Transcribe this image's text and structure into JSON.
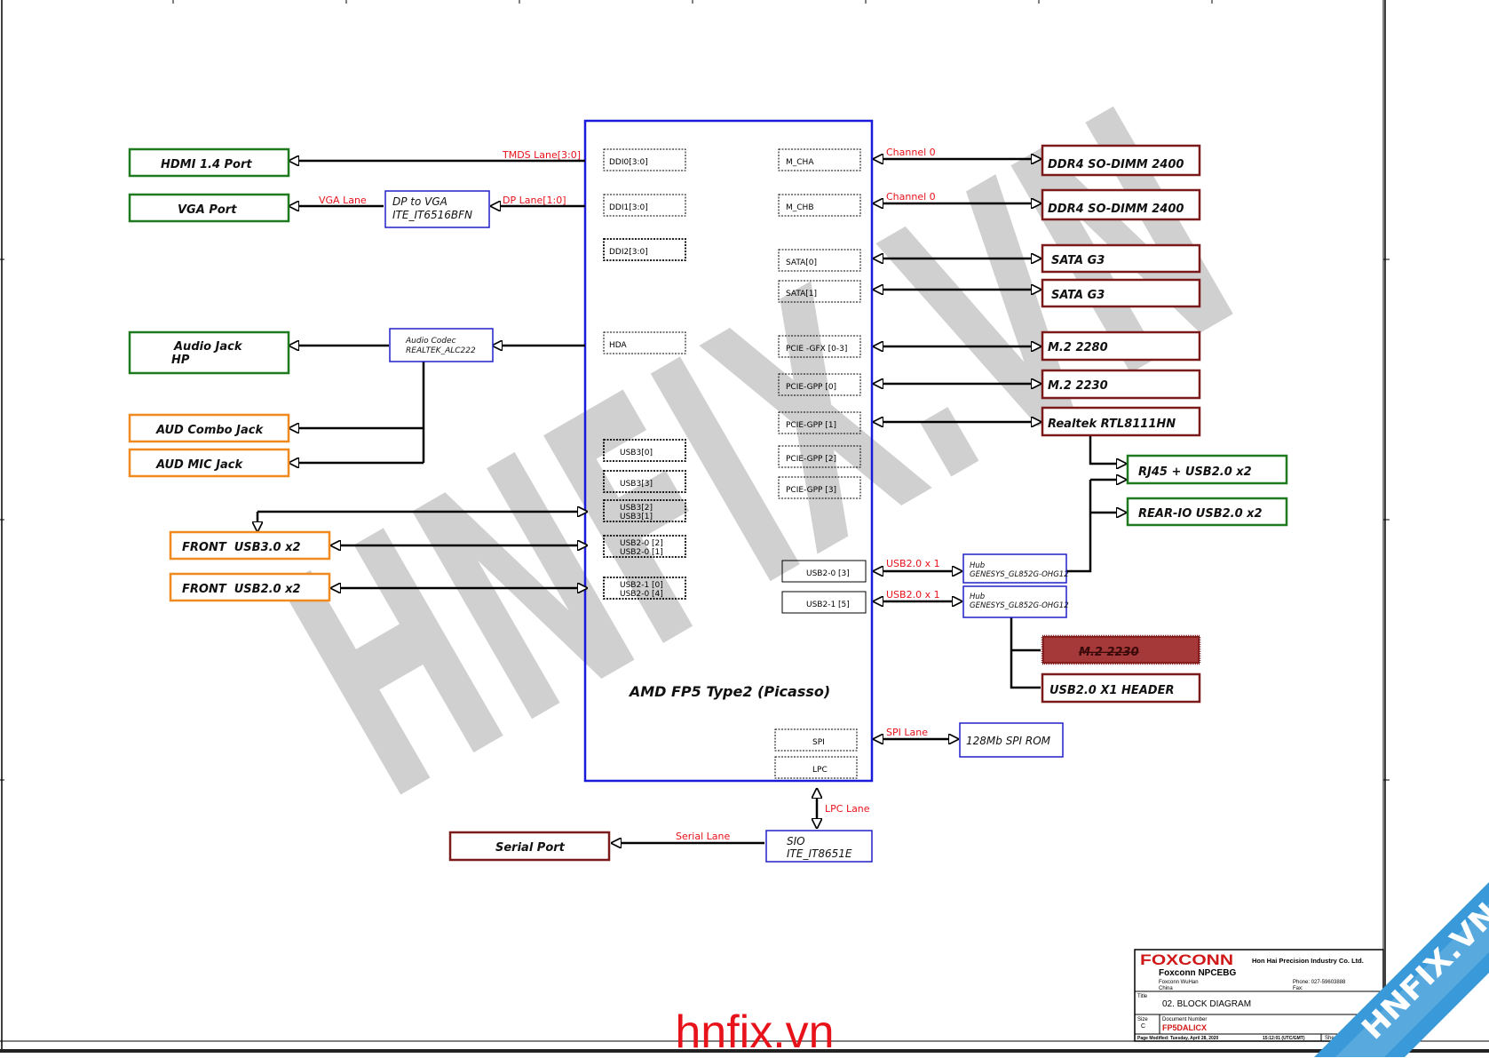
{
  "watermark": "HNFIX.VN",
  "corner_watermark": "HNFIX.VN",
  "footer_site": "hnfix.vn",
  "colors": {
    "cpu": "#1a1adc",
    "bridge": "#2020c8",
    "green": "#1e7a1e",
    "orange": "#f08a1e",
    "maroon": "#7a1a1a",
    "red_label": "#e8121b",
    "watermark": "#c8c8c8"
  },
  "cpu": {
    "title": "AMD FP5 Type2 (Picasso)",
    "left_ports": [
      "DDI0[3:0]",
      "DDI1[3:0]",
      "DDI2[3:0]",
      "HDA",
      "USB3[0]",
      "USB3[3]",
      "USB3[2]\nUSB3[1]",
      "USB2-0 [2]\nUSB2-0 [1]",
      "USB2-1 [0]\nUSB2-0 [4]"
    ],
    "right_ports": [
      "M_CHA",
      "M_CHB",
      "SATA[0]",
      "SATA[1]",
      "PCIE -GFX [0-3]",
      "PCIE-GPP [0]",
      "PCIE-GPP [1]",
      "PCIE-GPP [2]",
      "PCIE-GPP [3]",
      "USB2-0 [3]",
      "USB2-1 [5]",
      "SPI",
      "LPC"
    ]
  },
  "left_devices": {
    "hdmi": "HDMI 1.4 Port",
    "vga": "VGA Port",
    "audio_jack": "Audio Jack\nHP",
    "aud_combo": "AUD Combo Jack",
    "aud_mic": "AUD MIC Jack",
    "front_usb3": "FRONT  USB3.0 x2",
    "front_usb2": "FRONT  USB2.0 x2",
    "serial": "Serial Port"
  },
  "bridges": {
    "dp_to_vga": "DP to VGA\nITE_IT6516BFN",
    "audio_codec": "Audio Codec\nREALTEK_ALC222",
    "hub1": "Hub\nGENESYS_GL852G-OHG12",
    "hub2": "Hub\nGENESYS_GL852G-OHG12",
    "spi_rom": "128Mb SPI ROM",
    "sio": "SIO\nITE_IT8651E"
  },
  "right_devices": {
    "ddr4_a": "DDR4 SO-DIMM 2400",
    "ddr4_b": "DDR4 SO-DIMM 2400",
    "sata_a": "SATA G3",
    "sata_b": "SATA G3",
    "m2_2280": "M.2 2280",
    "m2_2230": "M.2 2230",
    "realtek": "Realtek RTL8111HN",
    "rj45": "RJ45 + USB2.0 x2",
    "rear_io": "REAR-IO USB2.0 x2",
    "m2_2230_b": "M.2 2230",
    "usb_header": "USB2.0 X1 HEADER"
  },
  "lane_labels": {
    "tmds": "TMDS Lane[3:0]",
    "dp": "DP Lane[1:0]",
    "vga": "VGA Lane",
    "ch0_a": "Channel 0",
    "ch0_b": "Channel 0",
    "usb_a": "USB2.0 x 1",
    "usb_b": "USB2.0 x 1",
    "spi": "SPI Lane",
    "lpc": "LPC Lane",
    "serial": "Serial Lane"
  },
  "title_block": {
    "company": "Hon Hai Precision Industry Co. Ltd.",
    "logo": "FOXCONN",
    "group": "Foxconn NPCEBG",
    "location": "Foxconn WuHan\nChina",
    "phone": "Phone:  027-59603888",
    "fax": "Fax:",
    "title_label": "Title",
    "title": "02. BLOCK DIAGRAM",
    "size_label": "Size",
    "size": "C",
    "docnum_label": "Document Number",
    "docnum": "FP5DALICX",
    "modified": "Page Modified:   Tuesday, April 28, 2020",
    "time": "15:12:01    (UTC/GMT)",
    "sheet": "Shee"
  }
}
